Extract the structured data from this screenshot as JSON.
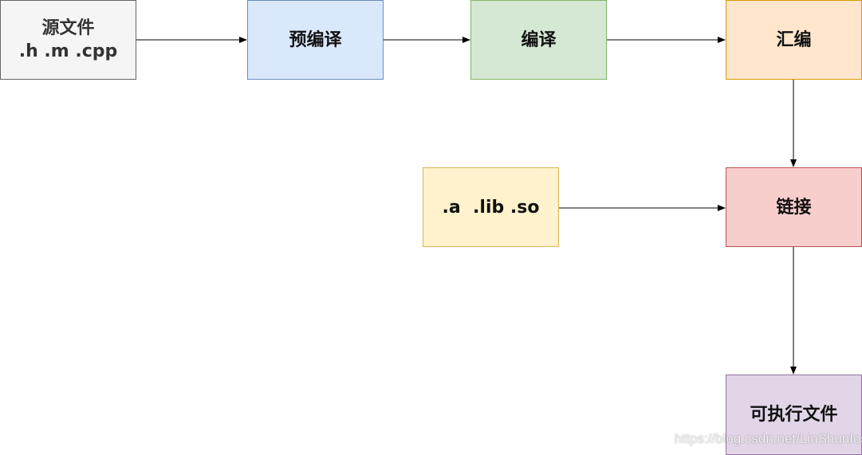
{
  "diagram": {
    "nodes": [
      {
        "id": "source",
        "lines": [
          "源文件",
          ".h .m .cpp"
        ]
      },
      {
        "id": "prep",
        "lines": [
          "预编译"
        ]
      },
      {
        "id": "compile",
        "lines": [
          "编译"
        ]
      },
      {
        "id": "asm",
        "lines": [
          "汇编"
        ]
      },
      {
        "id": "lib",
        "lines": [
          ".a  .lib .so"
        ]
      },
      {
        "id": "link",
        "lines": [
          "链接"
        ]
      },
      {
        "id": "exe",
        "lines": [
          "可执行文件"
        ]
      }
    ],
    "edges": [
      {
        "from": "source",
        "to": "prep"
      },
      {
        "from": "prep",
        "to": "compile"
      },
      {
        "from": "compile",
        "to": "asm"
      },
      {
        "from": "asm",
        "to": "link"
      },
      {
        "from": "lib",
        "to": "link"
      },
      {
        "from": "link",
        "to": "exe"
      }
    ]
  },
  "watermark": "https://blog.csdn.net/LinShunIos"
}
